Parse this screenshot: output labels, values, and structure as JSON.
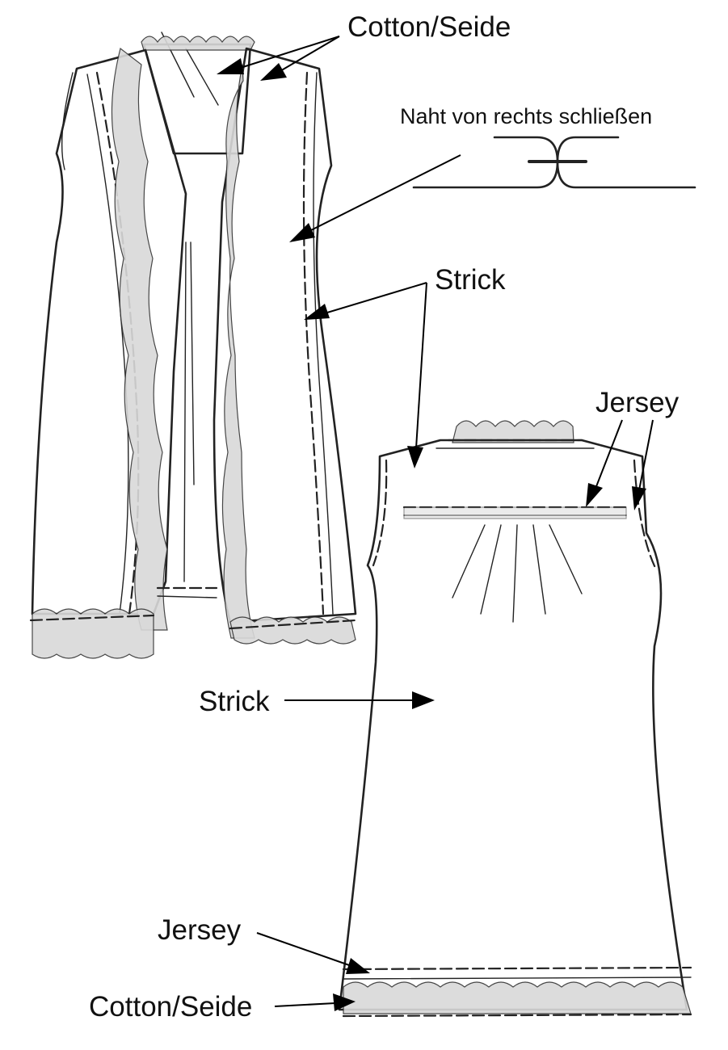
{
  "labels": {
    "cotton_seide_top": "Cotton/Seide",
    "naht": "Naht von rechts schließen",
    "strick_mid": "Strick",
    "jersey_right": "Jersey",
    "strick_center": "Strick",
    "jersey_bottom": "Jersey",
    "cotton_seide_bottom": "Cotton/Seide"
  },
  "colors": {
    "line": "#222222",
    "ruffle": "#d9d9d9",
    "text": "#111111"
  }
}
